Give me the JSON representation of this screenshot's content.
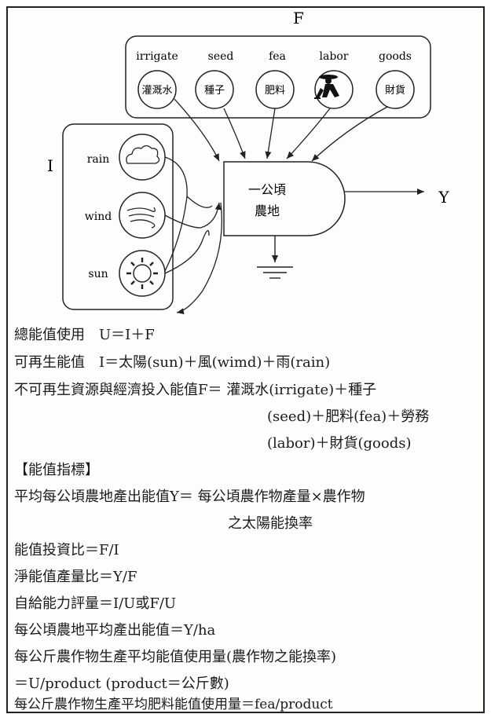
{
  "diagram": {
    "label_F": "F",
    "label_I": "I",
    "label_Y": "Y",
    "inputs_F": [
      {
        "en": "irrigate",
        "zh": "灌溉水"
      },
      {
        "en": "seed",
        "zh": "種子"
      },
      {
        "en": "fea",
        "zh": "肥料"
      },
      {
        "en": "labor",
        "zh": ""
      },
      {
        "en": "goods",
        "zh": "財貨"
      }
    ],
    "inputs_I": [
      {
        "en": "rain",
        "icon": "cloud-icon"
      },
      {
        "en": "wind",
        "icon": "wind-icon"
      },
      {
        "en": "sun",
        "icon": "sun-icon"
      }
    ],
    "farm_line1": "一公頃",
    "farm_line2": "農地"
  },
  "text": {
    "l1": "總能值使用　U＝I＋F",
    "l2": "可再生能值　I＝太陽(sun)＋風(wimd)＋雨(rain)",
    "l3": "不可再生資源與經濟投入能值F＝ 灌溉水(irrigate)＋種子",
    "l4": "(seed)＋肥料(fea)＋勞務",
    "l5": "(labor)＋財貨(goods)",
    "l6": "【能值指標】",
    "l7": "平均每公頃農地產出能值Y＝ 每公頃農作物產量×農作物",
    "l8": "之太陽能換率",
    "l9": "能值投資比＝F/I",
    "l10": "淨能值產量比＝Y/F",
    "l11": "自給能力評量＝I/U或F/U",
    "l12": "每公頃農地平均產出能值＝Y/ha",
    "l13": "每公斤農作物生產平均能值使用量(農作物之能換率)",
    "l14": "＝U/product (product＝公斤數)",
    "l15": "每公斤農作物生產平均肥料能值使用量＝fea/product"
  }
}
